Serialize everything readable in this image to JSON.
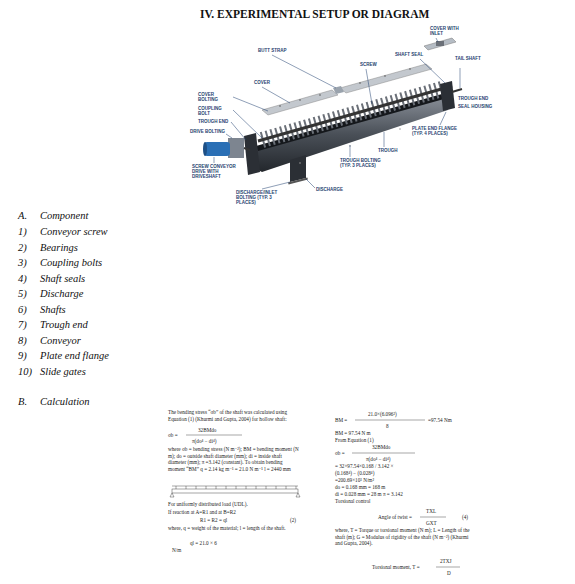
{
  "diagram": {
    "title": "IV. EXPERIMENTAL SETUP OR DIAGRAM",
    "labels": [
      "COVER WITH INLET",
      "TAIL SHAFT",
      "SHAFT SEAL",
      "BUTT STRAP",
      "COVER",
      "SCREW",
      "TROUGH END",
      "SEAL HOUSING",
      "COVER BOLTING",
      "COUPLING BOLT",
      "TROUGH END",
      "DRIVE BOLTING",
      "PLATE END FLANGE (TYP. 4 PLACES)",
      "TROUGH",
      "TROUGH BOLTING (TYP. 3 PLACES)",
      "SCREW CONVEYOR DRIVE WITH DRIVESHAFT",
      "DISCHARGE",
      "DISCHARGE/INLET BOLTING (TYP. 3 PLACES)",
      "A.",
      "Component",
      "1)",
      "Conveyor screw",
      "2)",
      "Bearings",
      "3)",
      "Coupling bolts",
      "4)",
      "Shaft seals",
      "5)",
      "Discharge",
      "6)",
      "Shafts",
      "7)",
      "Trough end",
      "8)",
      "Conveyor",
      "9)",
      "Plate end flange",
      "10)",
      "Slide gates",
      "B.",
      "Calculation",
      "The bending stress “σb” of the shaft was calculated using Equation (1) (Khurmi and Gupta, 2004) for hollow shaft:",
      "32BMdo",
      "σb =",
      "π(do⁴ − di⁴)",
      "where σb = bending stress (N m⁻²); BM = bending moment (N m); do = outside shaft diameter (mm); di = inside shaft diameter (mm); π =3.142 (constant). To obtain bending moment “BM” q = 2.14 kg m⁻¹ = 21.0 N m⁻¹ l = 2440 mm",
      "For uniformly distributed load (UDL).",
      "If reaction at A=R1 and at B=R2",
      "R1 = R2 = ql",
      "(2)",
      "where, q = weight of the material; l = length of the shaft.",
      "ql = 21.0 × 6",
      "N/m",
      "21.0×(6.096²)",
      "BM =",
      "=97.54 Nm",
      "8",
      "BM = 97.54 N m",
      "From Equation (1)",
      "32BMdo",
      "σb =",
      "π(do⁴ − di⁴)",
      "= 32×97.54×0.168 / 3.142 ×",
      "(0.168⁴) − (0.028⁴)",
      "=200.69×10³ N/m²",
      "do = 0.168 mm = 168 m",
      "di = 0.028 mm = 28 m π = 3.142",
      "Torsional control",
      "TXL",
      "Angle of twist =",
      "GXT",
      "(4)",
      "where, T = Torque or torsional moment (N m); L = Length of the shaft (m); G = Modulus of rigidity of the shaft (N m⁻²) (Khurmi and Gupta, 2004).",
      "Torsional moment, T =",
      "2TXJ",
      "D"
    ]
  }
}
